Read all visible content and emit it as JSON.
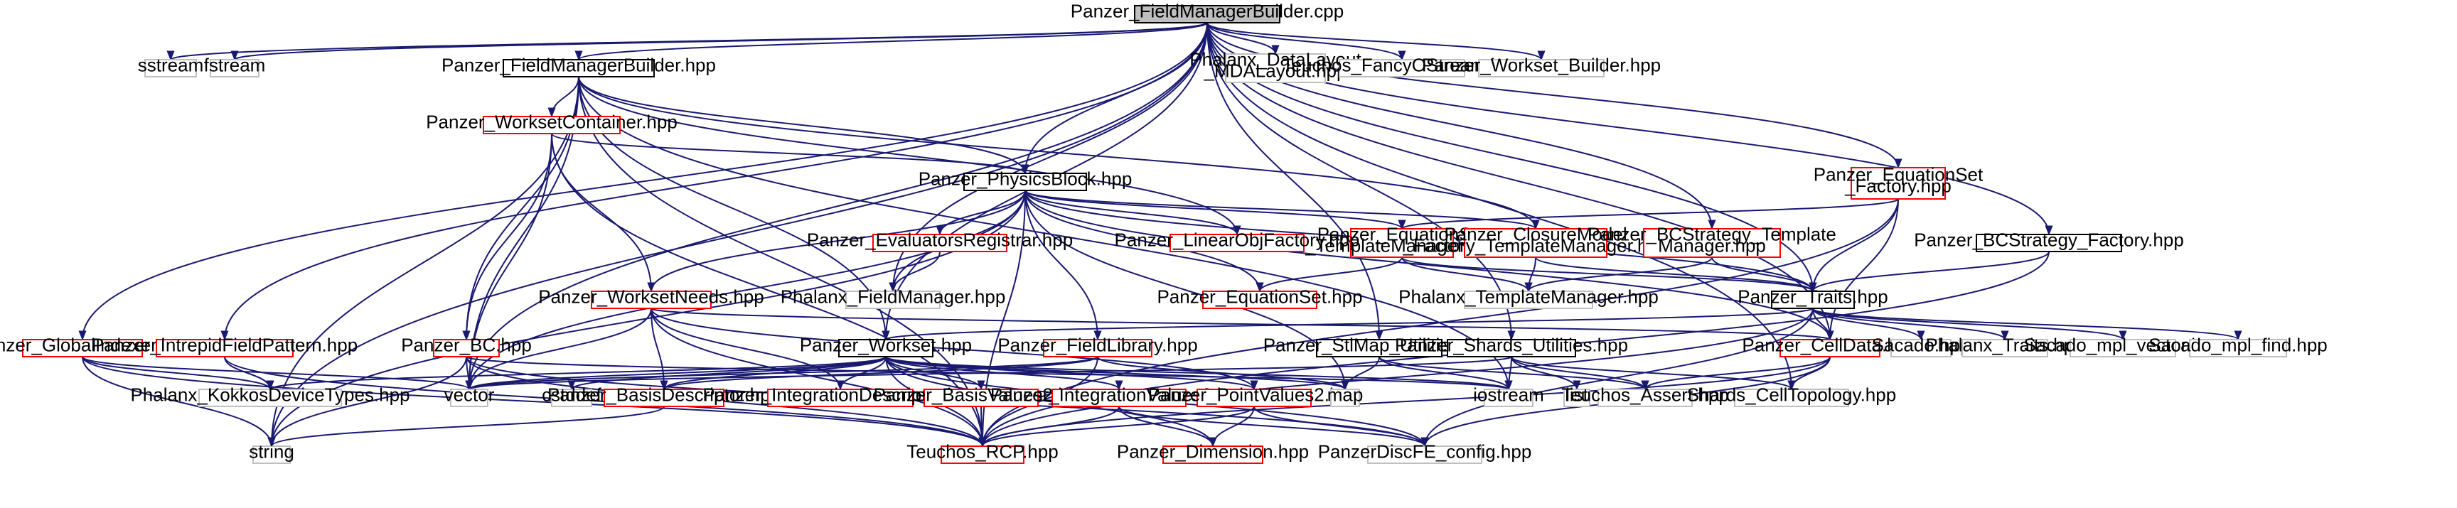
{
  "colors": {
    "edge": "#191970",
    "root_fill": "#bfbfbf",
    "root_border": "#000000",
    "documented_border": "#000000",
    "partial_border": "#ff0000",
    "external_border": "#bfbfbf",
    "node_fill": "#ffffff",
    "text": "#000000"
  },
  "nodes": [
    {
      "id": "root",
      "label": "Panzer_FieldManagerBuilder.cpp",
      "style": "root"
    },
    {
      "id": "sstream",
      "label": "sstream",
      "style": "external"
    },
    {
      "id": "fstream",
      "label": "fstream",
      "style": "external"
    },
    {
      "id": "fmb_hpp",
      "label": "Panzer_FieldManagerBuilder.hpp",
      "style": "documented"
    },
    {
      "id": "mdalayout",
      "label": "Phalanx_DataLayout\n_MDALayout.hpp",
      "style": "external"
    },
    {
      "id": "fancyostream",
      "label": "Teuchos_FancyOStream.hpp",
      "style": "external"
    },
    {
      "id": "workset_builder",
      "label": "Panzer_Workset_Builder.hpp",
      "style": "external"
    },
    {
      "id": "eqset_factory",
      "label": "Panzer_EquationSet\n_Factory.hpp",
      "style": "partial"
    },
    {
      "id": "workset_container",
      "label": "Panzer_WorksetContainer.hpp",
      "style": "partial"
    },
    {
      "id": "physicsblock",
      "label": "Panzer_PhysicsBlock.hpp",
      "style": "documented"
    },
    {
      "id": "eqset_tm",
      "label": "Panzer_EquationSet\n_TemplateManager.hpp",
      "style": "partial"
    },
    {
      "id": "closure_tm",
      "label": "Panzer_ClosureModel\n_Factory_TemplateManager.hpp",
      "style": "partial"
    },
    {
      "id": "bcs_tm",
      "label": "Panzer_BCStrategy_Template\nManager.hpp",
      "style": "partial"
    },
    {
      "id": "bcs_factory",
      "label": "Panzer_BCStrategy_Factory.hpp",
      "style": "documented"
    },
    {
      "id": "eval_reg",
      "label": "Panzer_EvaluatorsRegistrar.hpp",
      "style": "partial"
    },
    {
      "id": "linobj",
      "label": "Panzer_LinearObjFactory.hpp",
      "style": "partial"
    },
    {
      "id": "phx_fm",
      "label": "Phalanx_FieldManager.hpp",
      "style": "external"
    },
    {
      "id": "eqset",
      "label": "Panzer_EquationSet.hpp",
      "style": "partial"
    },
    {
      "id": "phx_tm",
      "label": "Phalanx_TemplateManager.hpp",
      "style": "external"
    },
    {
      "id": "traits",
      "label": "Panzer_Traits.hpp",
      "style": "documented"
    },
    {
      "id": "globalindexer",
      "label": "Panzer_GlobalIndexer.hpp",
      "style": "partial"
    },
    {
      "id": "intrepid_fp",
      "label": "Panzer_IntrepidFieldPattern.hpp",
      "style": "partial"
    },
    {
      "id": "wsneeds",
      "label": "Panzer_WorksetNeeds.hpp",
      "style": "partial"
    },
    {
      "id": "bc",
      "label": "Panzer_BC.hpp",
      "style": "partial"
    },
    {
      "id": "fieldlib",
      "label": "Panzer_FieldLibrary.hpp",
      "style": "partial"
    },
    {
      "id": "stlmap",
      "label": "Panzer_StlMap_Utilities.hpp",
      "style": "documented"
    },
    {
      "id": "shards_util",
      "label": "Panzer_Shards_Utilities.hpp",
      "style": "documented"
    },
    {
      "id": "celldata",
      "label": "Panzer_CellData.hpp",
      "style": "partial"
    },
    {
      "id": "sacado",
      "label": "Sacado.hpp",
      "style": "external"
    },
    {
      "id": "phx_traits",
      "label": "Phalanx_Traits.hpp",
      "style": "external"
    },
    {
      "id": "sacado_vec",
      "label": "Sacado_mpl_vector.hpp",
      "style": "external"
    },
    {
      "id": "sacado_find",
      "label": "Sacado_mpl_find.hpp",
      "style": "external"
    },
    {
      "id": "workset",
      "label": "Panzer_Workset.hpp",
      "style": "documented"
    },
    {
      "id": "kokkos_types",
      "label": "Phalanx_KokkosDeviceTypes.hpp",
      "style": "external"
    },
    {
      "id": "vector",
      "label": "vector",
      "style": "external"
    },
    {
      "id": "cstddef",
      "label": "cstddef",
      "style": "external"
    },
    {
      "id": "basisdesc",
      "label": "Panzer_BasisDescriptor.hpp",
      "style": "partial"
    },
    {
      "id": "intdesc",
      "label": "Panzer_IntegrationDescriptor.hpp",
      "style": "partial"
    },
    {
      "id": "basisvals",
      "label": "Panzer_BasisValues2.hpp",
      "style": "partial"
    },
    {
      "id": "intvals",
      "label": "Panzer_IntegrationValues2.hpp",
      "style": "partial"
    },
    {
      "id": "pointvals",
      "label": "Panzer_PointValues2.hpp",
      "style": "partial"
    },
    {
      "id": "map",
      "label": "map",
      "style": "external"
    },
    {
      "id": "iostream",
      "label": "iostream",
      "style": "external"
    },
    {
      "id": "list",
      "label": "list",
      "style": "external"
    },
    {
      "id": "teuchos_assert",
      "label": "Teuchos_Assert.hpp",
      "style": "external"
    },
    {
      "id": "shards_ct",
      "label": "Shards_CellTopology.hpp",
      "style": "external"
    },
    {
      "id": "string",
      "label": "string",
      "style": "external"
    },
    {
      "id": "rcp",
      "label": "Teuchos_RCP.hpp",
      "style": "partial"
    },
    {
      "id": "dimension",
      "label": "Panzer_Dimension.hpp",
      "style": "partial"
    },
    {
      "id": "discfe",
      "label": "PanzerDiscFE_config.hpp",
      "style": "external"
    }
  ],
  "edges": [
    [
      "root",
      "sstream"
    ],
    [
      "root",
      "fstream"
    ],
    [
      "root",
      "fmb_hpp"
    ],
    [
      "root",
      "mdalayout"
    ],
    [
      "root",
      "fancyostream"
    ],
    [
      "root",
      "workset_builder"
    ],
    [
      "root",
      "eqset_factory"
    ],
    [
      "root",
      "bcs_factory"
    ],
    [
      "root",
      "globalindexer"
    ],
    [
      "root",
      "intrepid_fp"
    ],
    [
      "root",
      "physicsblock"
    ],
    [
      "root",
      "stlmap"
    ],
    [
      "root",
      "shards_util"
    ],
    [
      "root",
      "traits"
    ],
    [
      "root",
      "phx_fm"
    ],
    [
      "root",
      "workset"
    ],
    [
      "root",
      "vector"
    ],
    [
      "root",
      "string"
    ],
    [
      "root",
      "bcs_tm"
    ],
    [
      "root",
      "celldata"
    ],
    [
      "root",
      "shards_ct"
    ],
    [
      "fmb_hpp",
      "workset_container"
    ],
    [
      "fmb_hpp",
      "physicsblock"
    ],
    [
      "fmb_hpp",
      "bc"
    ],
    [
      "fmb_hpp",
      "linobj"
    ],
    [
      "fmb_hpp",
      "closure_tm"
    ],
    [
      "fmb_hpp",
      "vector"
    ],
    [
      "fmb_hpp",
      "rcp"
    ],
    [
      "fmb_hpp",
      "workset"
    ],
    [
      "fmb_hpp",
      "iostream"
    ],
    [
      "fmb_hpp",
      "string"
    ],
    [
      "workset_container",
      "physicsblock"
    ],
    [
      "workset_container",
      "bc"
    ],
    [
      "workset_container",
      "wsneeds"
    ],
    [
      "workset_container",
      "rcp"
    ],
    [
      "workset_container",
      "vector"
    ],
    [
      "physicsblock",
      "eval_reg"
    ],
    [
      "physicsblock",
      "linobj"
    ],
    [
      "physicsblock",
      "eqset_tm"
    ],
    [
      "physicsblock",
      "closure_tm"
    ],
    [
      "physicsblock",
      "eqset"
    ],
    [
      "physicsblock",
      "phx_fm"
    ],
    [
      "physicsblock",
      "wsneeds"
    ],
    [
      "physicsblock",
      "fieldlib"
    ],
    [
      "physicsblock",
      "traits"
    ],
    [
      "physicsblock",
      "celldata"
    ],
    [
      "physicsblock",
      "vector"
    ],
    [
      "physicsblock",
      "string"
    ],
    [
      "physicsblock",
      "map"
    ],
    [
      "physicsblock",
      "rcp"
    ],
    [
      "eqset_factory",
      "eqset_tm"
    ],
    [
      "eqset_factory",
      "traits"
    ],
    [
      "eqset_factory",
      "celldata"
    ],
    [
      "eqset_factory",
      "rcp"
    ],
    [
      "eqset_tm",
      "eqset"
    ],
    [
      "eqset_tm",
      "phx_tm"
    ],
    [
      "eqset_tm",
      "traits"
    ],
    [
      "closure_tm",
      "phx_tm"
    ],
    [
      "closure_tm",
      "traits"
    ],
    [
      "bcs_tm",
      "phx_tm"
    ],
    [
      "bcs_tm",
      "traits"
    ],
    [
      "bcs_factory",
      "traits"
    ],
    [
      "bcs_factory",
      "rcp"
    ],
    [
      "eval_reg",
      "phx_fm"
    ],
    [
      "traits",
      "workset"
    ],
    [
      "traits",
      "celldata"
    ],
    [
      "traits",
      "sacado"
    ],
    [
      "traits",
      "phx_traits"
    ],
    [
      "traits",
      "sacado_vec"
    ],
    [
      "traits",
      "sacado_find"
    ],
    [
      "traits",
      "rcp"
    ],
    [
      "traits",
      "discfe"
    ],
    [
      "globalindexer",
      "kokkos_types"
    ],
    [
      "globalindexer",
      "vector"
    ],
    [
      "globalindexer",
      "string"
    ],
    [
      "globalindexer",
      "rcp"
    ],
    [
      "intrepid_fp",
      "kokkos_types"
    ],
    [
      "intrepid_fp",
      "rcp"
    ],
    [
      "wsneeds",
      "celldata"
    ],
    [
      "wsneeds",
      "basisdesc"
    ],
    [
      "wsneeds",
      "intdesc"
    ],
    [
      "wsneeds",
      "pointvals"
    ],
    [
      "wsneeds",
      "vector"
    ],
    [
      "wsneeds",
      "rcp"
    ],
    [
      "bc",
      "vector"
    ],
    [
      "bc",
      "string"
    ],
    [
      "bc",
      "iostream"
    ],
    [
      "bc",
      "rcp"
    ],
    [
      "bc",
      "discfe"
    ],
    [
      "fieldlib",
      "basisdesc"
    ],
    [
      "fieldlib",
      "vector"
    ],
    [
      "fieldlib",
      "map"
    ],
    [
      "fieldlib",
      "rcp"
    ],
    [
      "stlmap",
      "map"
    ],
    [
      "stlmap",
      "iostream"
    ],
    [
      "stlmap",
      "teuchos_assert"
    ],
    [
      "shards_util",
      "iostream"
    ],
    [
      "shards_util",
      "list"
    ],
    [
      "shards_util",
      "teuchos_assert"
    ],
    [
      "shards_util",
      "shards_ct"
    ],
    [
      "shards_util",
      "vector"
    ],
    [
      "celldata",
      "teuchos_assert"
    ],
    [
      "celldata",
      "shards_ct"
    ],
    [
      "celldata",
      "rcp"
    ],
    [
      "celldata",
      "discfe"
    ],
    [
      "workset",
      "kokkos_types"
    ],
    [
      "workset",
      "vector"
    ],
    [
      "workset",
      "cstddef"
    ],
    [
      "workset",
      "basisdesc"
    ],
    [
      "workset",
      "intdesc"
    ],
    [
      "workset",
      "basisvals"
    ],
    [
      "workset",
      "intvals"
    ],
    [
      "workset",
      "pointvals"
    ],
    [
      "workset",
      "dimension"
    ],
    [
      "workset",
      "map"
    ],
    [
      "workset",
      "iostream"
    ],
    [
      "workset",
      "rcp"
    ],
    [
      "workset",
      "discfe"
    ],
    [
      "basisdesc",
      "string"
    ],
    [
      "basisvals",
      "rcp"
    ],
    [
      "intvals",
      "rcp"
    ],
    [
      "intvals",
      "dimension"
    ],
    [
      "intvals",
      "discfe"
    ],
    [
      "pointvals",
      "rcp"
    ],
    [
      "pointvals",
      "dimension"
    ],
    [
      "pointvals",
      "discfe"
    ]
  ]
}
